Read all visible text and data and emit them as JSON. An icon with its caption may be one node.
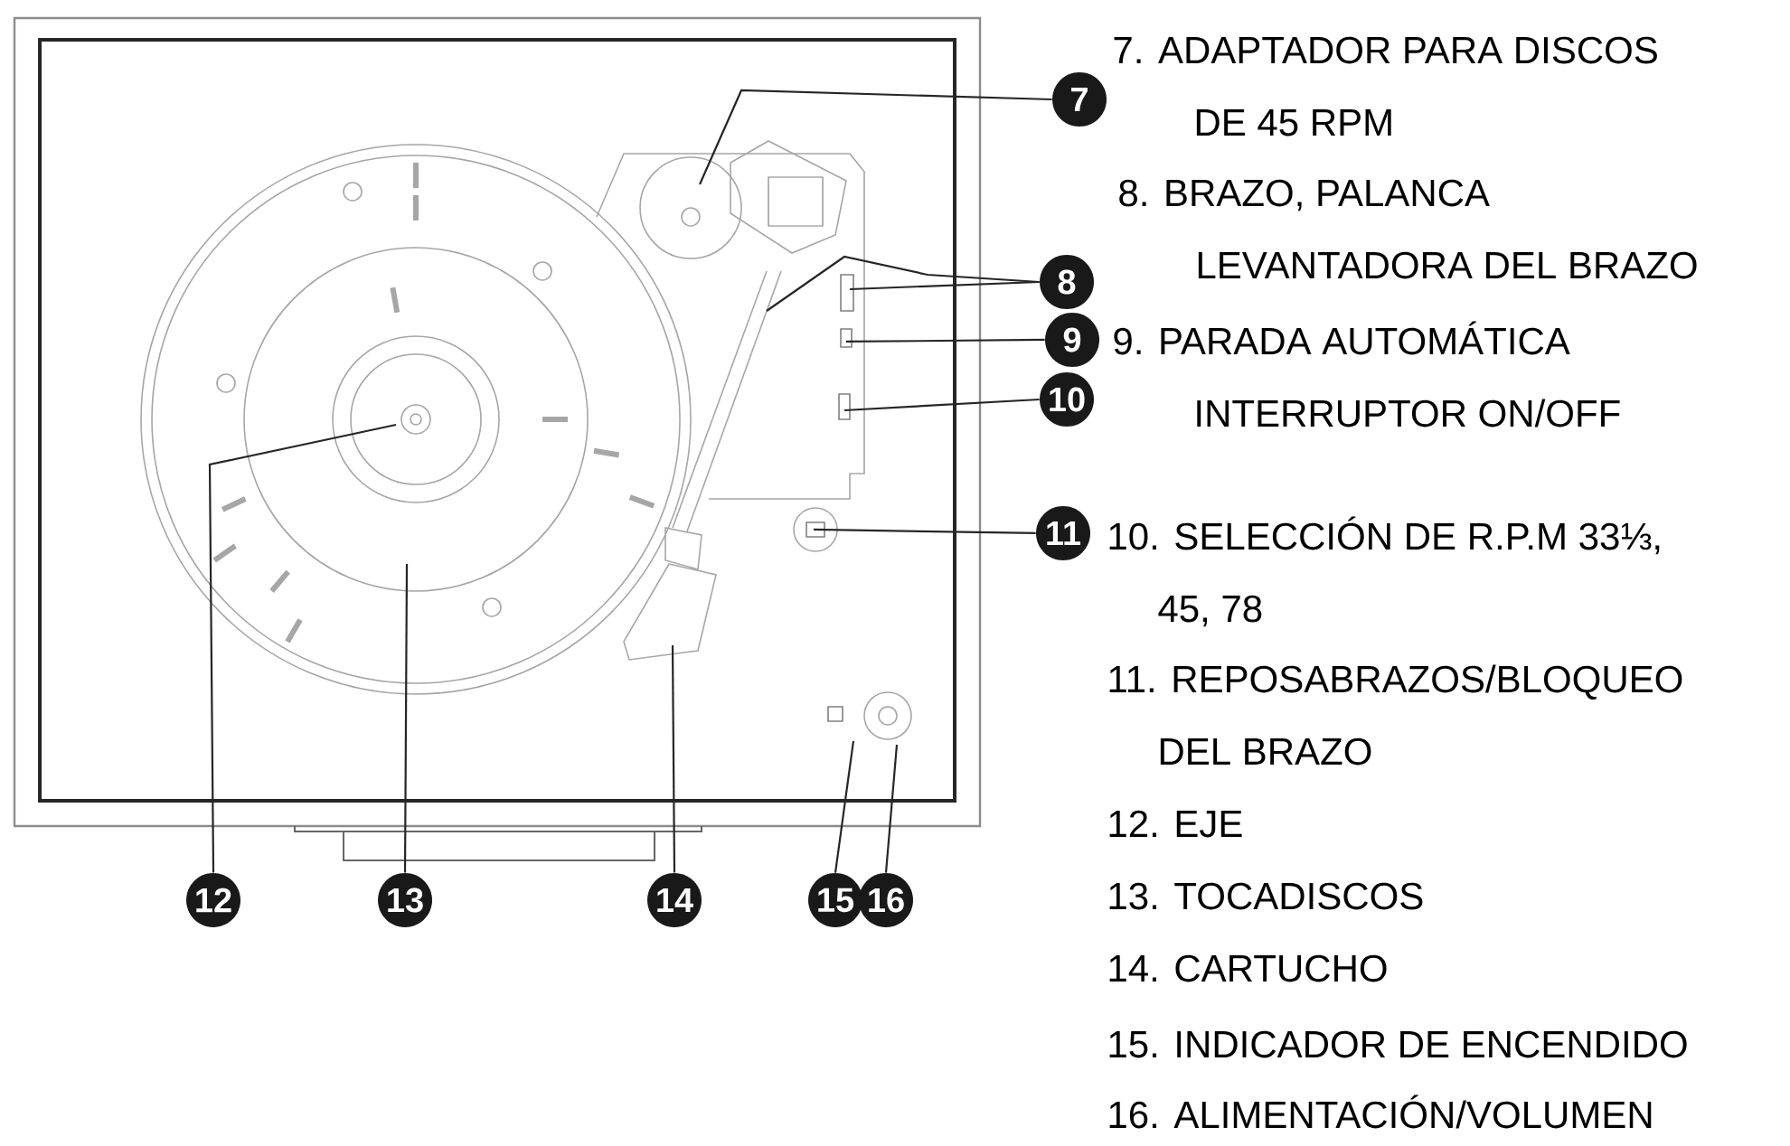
{
  "diagram": {
    "nodes": [
      {
        "text": [
          "7"
        ]
      },
      {
        "text": [
          "8"
        ]
      },
      {
        "text": [
          "9"
        ]
      },
      {
        "text": [
          "10"
        ]
      },
      {
        "text": [
          "11"
        ]
      },
      {
        "text": [
          "12"
        ]
      },
      {
        "text": [
          "13"
        ]
      },
      {
        "text": [
          "14"
        ]
      },
      {
        "text": [
          "15"
        ]
      },
      {
        "text": [
          "16"
        ]
      }
    ],
    "edges": [
      {
        "from": 0,
        "to": null,
        "arrow": "none"
      },
      {
        "from": 1,
        "to": null,
        "arrow": "none"
      },
      {
        "from": 1,
        "to": null,
        "arrow": "none"
      },
      {
        "from": 2,
        "to": null,
        "arrow": "none"
      },
      {
        "from": 3,
        "to": null,
        "arrow": "none"
      },
      {
        "from": 4,
        "to": null,
        "arrow": "none"
      },
      {
        "from": 5,
        "to": null,
        "arrow": "none"
      },
      {
        "from": 6,
        "to": null,
        "arrow": "none"
      },
      {
        "from": 7,
        "to": null,
        "arrow": "none"
      },
      {
        "from": 8,
        "to": null,
        "arrow": "none"
      },
      {
        "from": 9,
        "to": null,
        "arrow": "none"
      }
    ],
    "labels": [
      "7. ADAPTADOR PARA DISCOS DE 45 RPM",
      "8. BRAZO, PALANCA LEVANTADORA DEL BRAZO",
      "9. PARADA AUTOMÁTICA INTERRUPTOR ON/OFF",
      "10. SELECCIÓN DE R.P.M 33⅓, 45, 78",
      "11. REPOSABRAZOS/BLOQUEO DEL BRAZO",
      "12. EJE",
      "13. TOCADISCOS",
      "14. CARTUCHO",
      "15. INDICADOR DE ENCENDIDO",
      "16. ALIMENTACIÓN/VOLUMEN"
    ]
  }
}
